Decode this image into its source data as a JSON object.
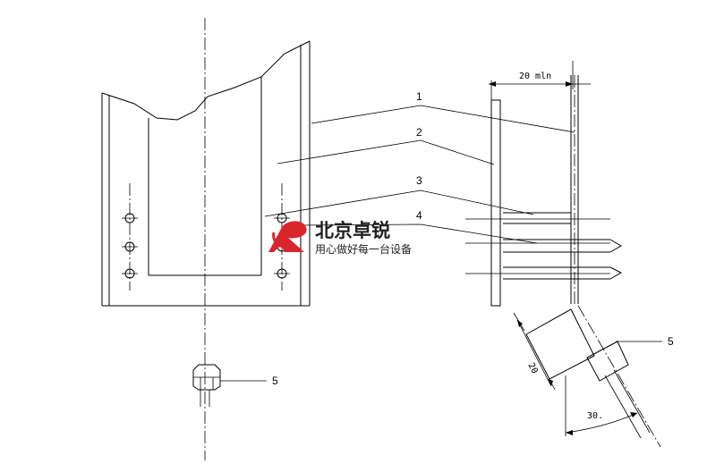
{
  "labels": {
    "part1": "1",
    "part2": "2",
    "part3": "3",
    "part4": "4",
    "part5_left": "5",
    "part5_right": "5"
  },
  "dimensions": {
    "gap": "20 mln",
    "side": "20",
    "angle": "30."
  },
  "watermark": {
    "brand": "北京卓锐",
    "slogan": "用心做好每一台设备",
    "color": "#d9262c"
  }
}
